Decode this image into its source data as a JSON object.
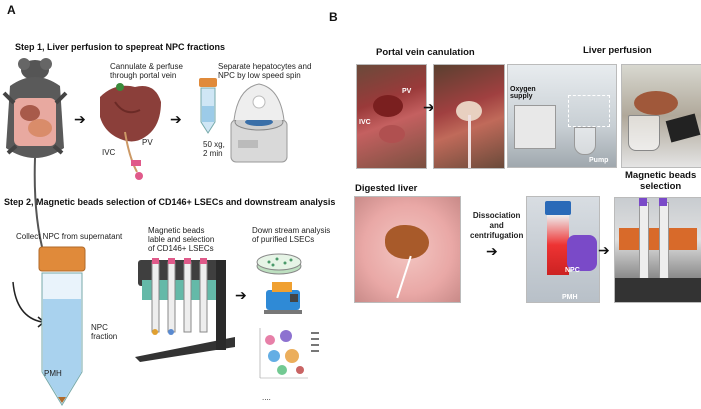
{
  "panel_a": {
    "letter": "A",
    "step1": "Step 1, Liver perfusion to spepreat NPC fractions",
    "step2": "Step 2, Magnetic beads selection of CD146+ LSECs and downstream analysis",
    "cannulate": "Cannulate & perfuse\nthrough portal vein",
    "ivc": "IVC",
    "pv": "PV",
    "separate": "Separate hepatocytes and\nNPC by low speed spin",
    "spin": "50 xg,\n2 min",
    "collect": "Collect NPC from supernatant",
    "npc_fraction": "NPC\nfraction",
    "pmh": "PMH",
    "magnetic_beads": "Magnetic beads\nlable and selection\nof CD146+ LSECs",
    "downstream": "Down stream analysis\nof purified LSECs",
    "ellipsis": "...."
  },
  "panel_b": {
    "letter": "B",
    "portal_vein_title": "Portal vein canulation",
    "liver_perfusion_title": "Liver perfusion",
    "digested_liver_title": "Digested liver",
    "magnetic_title": "Magnetic beads\nselection",
    "dissociation": "Dissociation\nand\ncentrifugation",
    "photo_ivc": "IVC",
    "photo_pv": "PV",
    "oxygen": "Oxygen\nsupply",
    "pump": "Pump",
    "npc": "NPC",
    "pmh": "PMH"
  }
}
